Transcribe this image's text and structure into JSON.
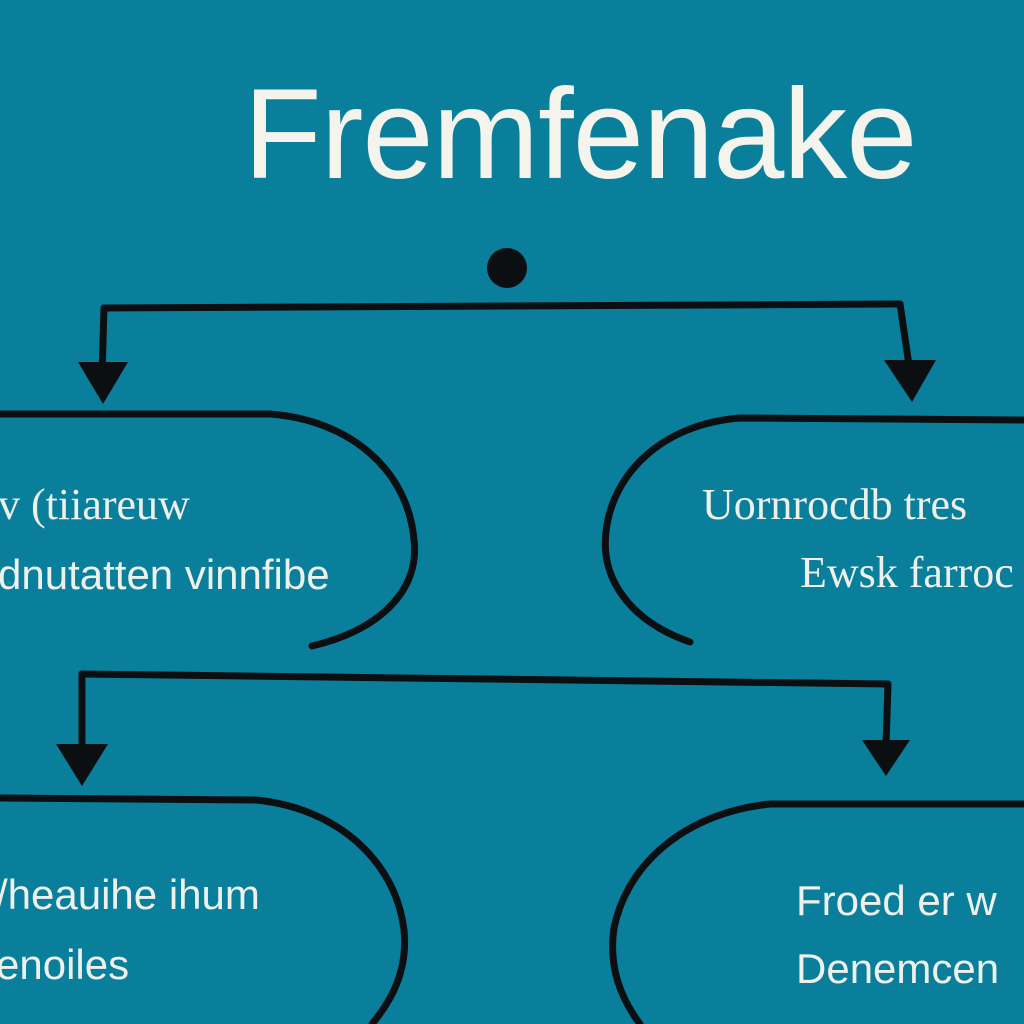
{
  "title": "Fremfenake",
  "nodes": [
    {
      "line1": "v (tiiareuw",
      "line2": "dnutatten vinnfibe"
    },
    {
      "line1": "Uornrocdb tres",
      "line2": "Ewsk farroc"
    },
    {
      "line1": "/heauihe ihum",
      "line2": "enoiles"
    },
    {
      "line1": "Froed er w",
      "line2": "Denemcen"
    }
  ],
  "colors": {
    "background": "#0a7f9c",
    "line": "#0b0f12",
    "text": "#eef0ea"
  }
}
